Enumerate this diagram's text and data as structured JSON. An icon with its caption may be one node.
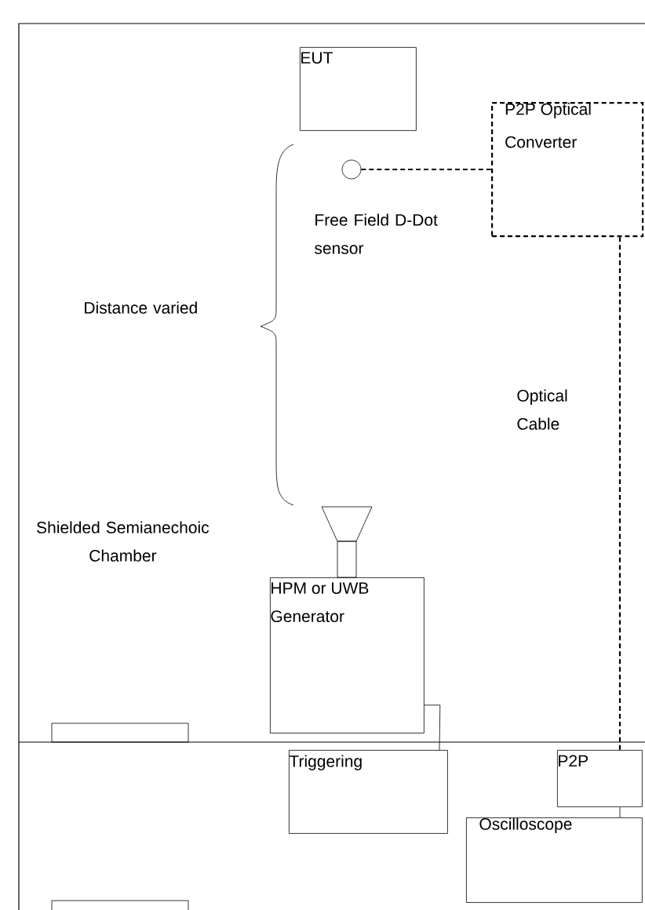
{
  "diagram": {
    "nodes": [
      {
        "text": [
          "EUT"
        ]
      },
      {
        "text": [],
        "shape": "circle",
        "beside": [
          "Free Field D-Dot sensor"
        ]
      },
      {
        "text": [
          "P2P Optical Converter"
        ]
      },
      {
        "text": [
          "HPM or UWB Generator"
        ]
      },
      {
        "text": [
          "Triggering"
        ]
      },
      {
        "text": [
          "P2P"
        ]
      },
      {
        "text": [
          "Oscilloscope"
        ]
      }
    ],
    "edges": [
      {
        "from": 1,
        "to": 2,
        "arrow": "none",
        "style": "dashed"
      },
      {
        "from": 2,
        "to": 5,
        "arrow": "none",
        "style": "dashed",
        "label": "Optical Cable"
      },
      {
        "from": 3,
        "to": 4,
        "arrow": "none"
      },
      {
        "from": 5,
        "to": 6,
        "arrow": "none"
      }
    ],
    "labels": [
      "Distance varied",
      "Shielded Semianechoic Chamber"
    ]
  }
}
